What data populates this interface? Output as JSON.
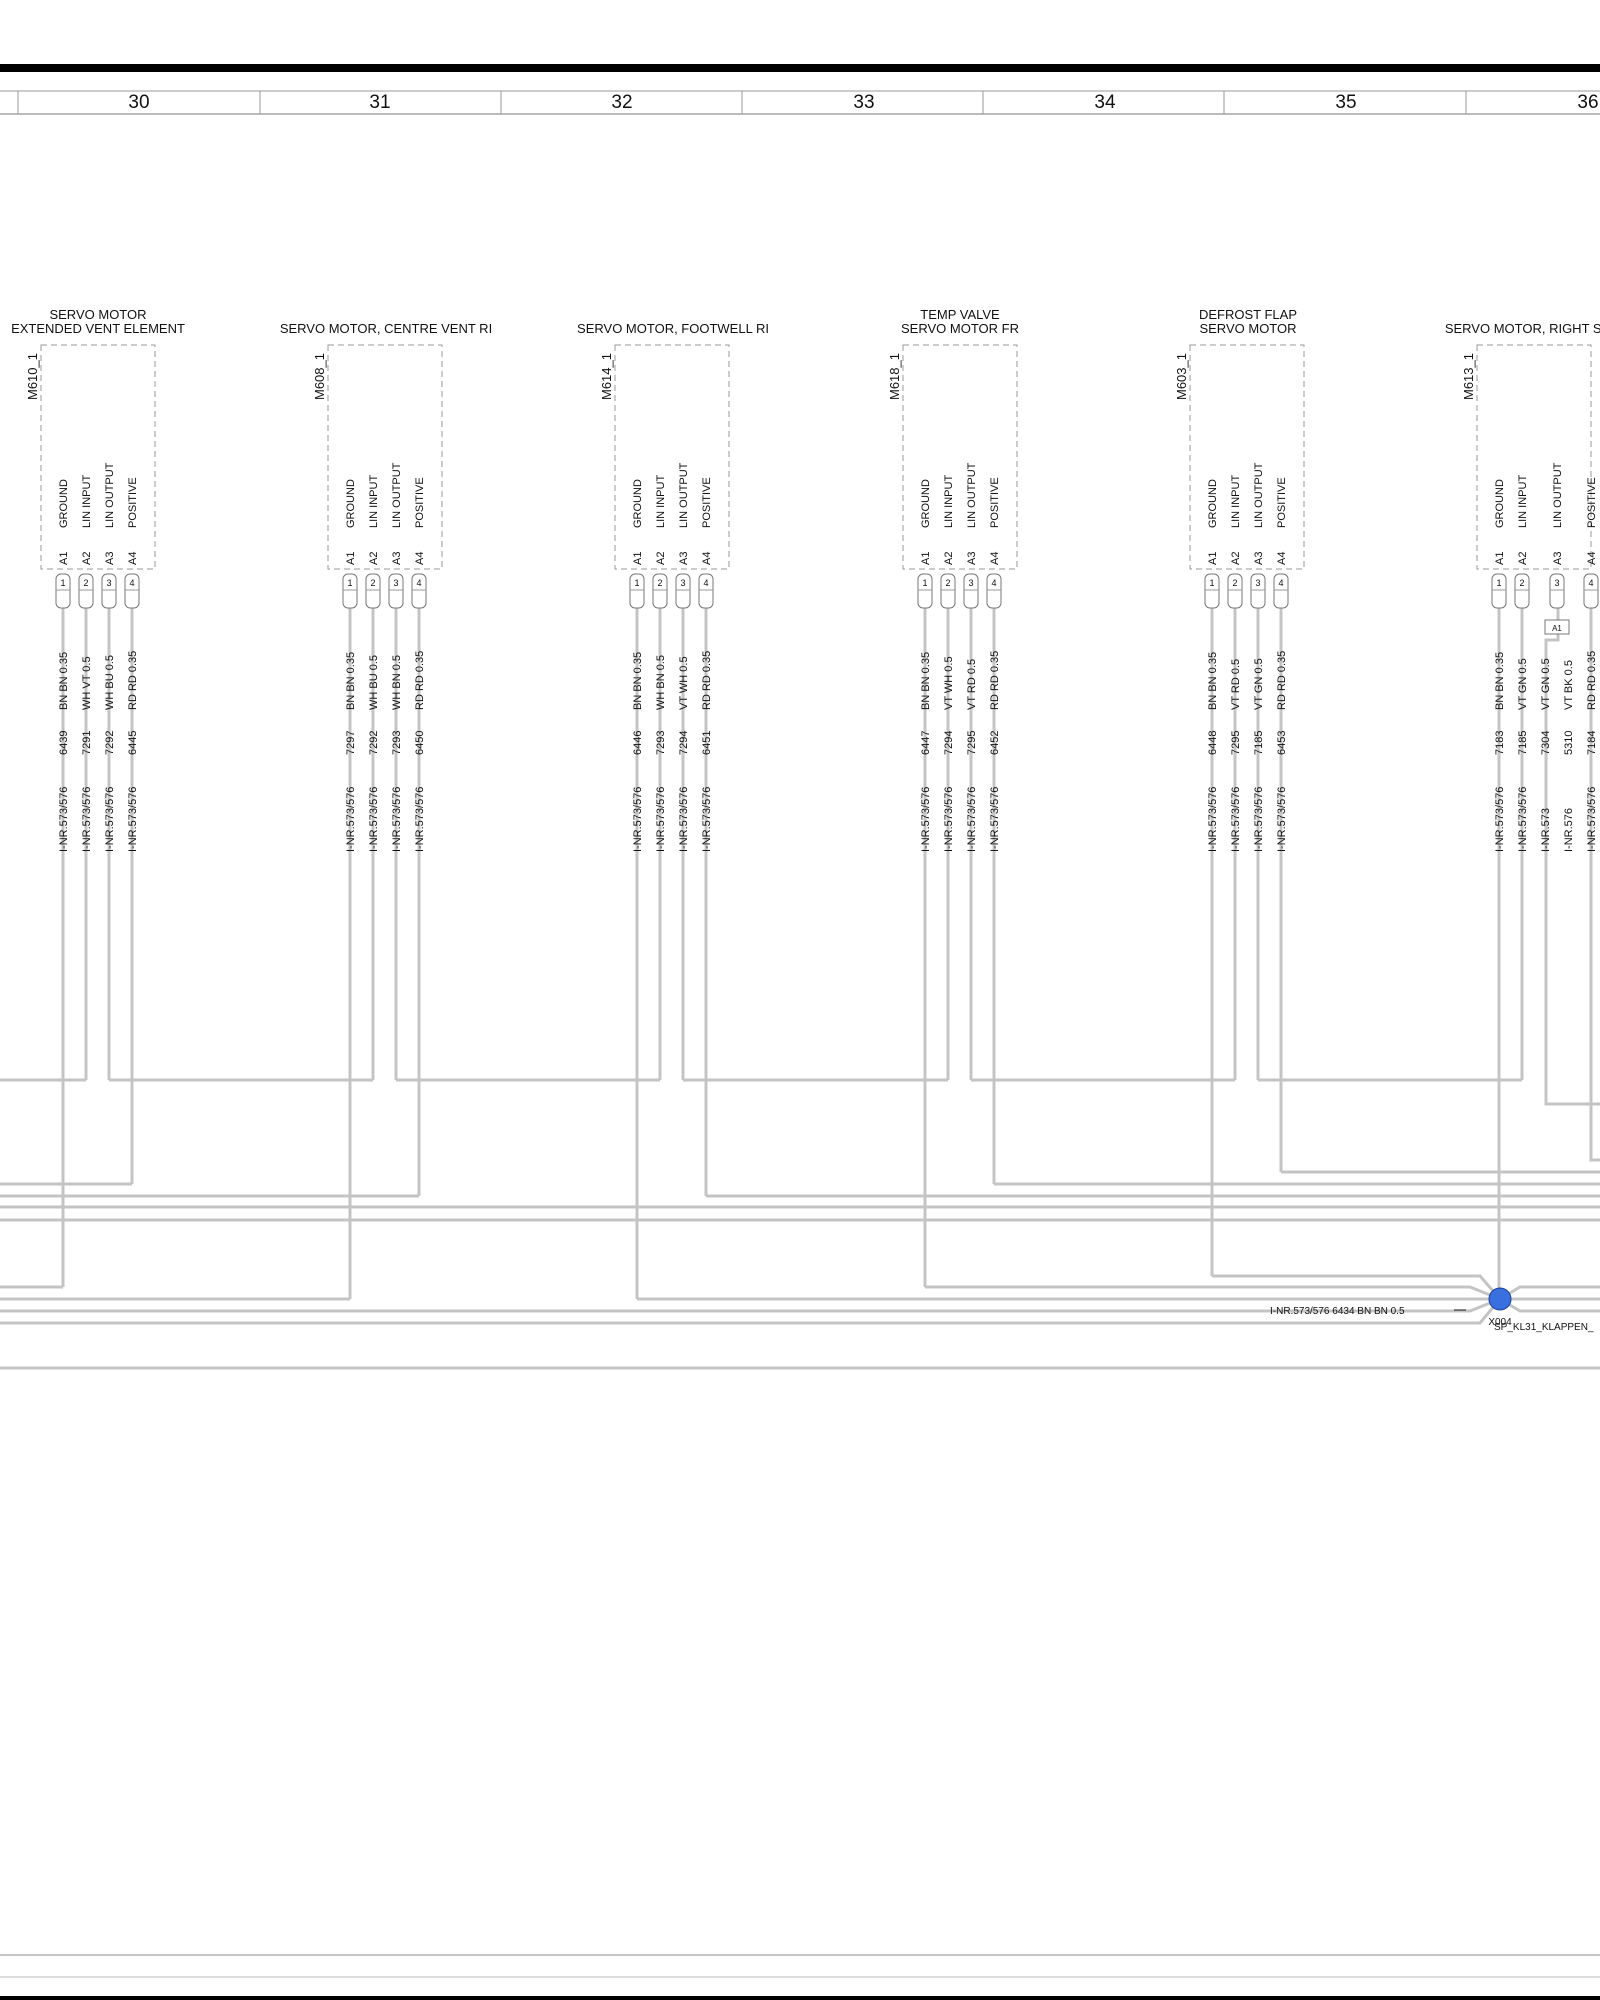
{
  "ruler": {
    "columns": [
      "30",
      "31",
      "32",
      "33",
      "34",
      "35",
      "36"
    ]
  },
  "pin_names": [
    "GROUND",
    "LIN INPUT",
    "LIN OUTPUT",
    "POSITIVE"
  ],
  "pin_codes": [
    "A1",
    "A2",
    "A3",
    "A4"
  ],
  "pin_numbers": [
    "1",
    "2",
    "3",
    "4"
  ],
  "components": [
    {
      "id": "M610_1",
      "title": [
        "SERVO MOTOR",
        "EXTENDED VENT ELEMENT"
      ],
      "wires": [
        {
          "number": "6439",
          "spec": "BN BN 0.35",
          "nr": "I-NR.573/576"
        },
        {
          "number": "7291",
          "spec": "WH VT 0.5",
          "nr": "I-NR.573/576"
        },
        {
          "number": "7292",
          "spec": "WH BU 0.5",
          "nr": "I-NR.573/576"
        },
        {
          "number": "6445",
          "spec": "RD RD 0.35",
          "nr": "I-NR.573/576"
        }
      ]
    },
    {
      "id": "M608_1",
      "title": [
        "SERVO MOTOR, CENTRE VENT RI"
      ],
      "wires": [
        {
          "number": "7297",
          "spec": "BN BN 0.35",
          "nr": "I-NR.573/576"
        },
        {
          "number": "7292",
          "spec": "WH BU 0.5",
          "nr": "I-NR.573/576"
        },
        {
          "number": "7293",
          "spec": "WH BN 0.5",
          "nr": "I-NR.573/576"
        },
        {
          "number": "6450",
          "spec": "RD RD 0.35",
          "nr": "I-NR.573/576"
        }
      ]
    },
    {
      "id": "M614_1",
      "title": [
        "SERVO MOTOR, FOOTWELL RI"
      ],
      "wires": [
        {
          "number": "6446",
          "spec": "BN BN 0.35",
          "nr": "I-NR.573/576"
        },
        {
          "number": "7293",
          "spec": "WH BN 0.5",
          "nr": "I-NR.573/576"
        },
        {
          "number": "7294",
          "spec": "VT WH 0.5",
          "nr": "I-NR.573/576"
        },
        {
          "number": "6451",
          "spec": "RD RD 0.35",
          "nr": "I-NR.573/576"
        }
      ]
    },
    {
      "id": "M618_1",
      "title": [
        "TEMP VALVE",
        "SERVO MOTOR FR"
      ],
      "wires": [
        {
          "number": "6447",
          "spec": "BN BN 0.35",
          "nr": "I-NR.573/576"
        },
        {
          "number": "7294",
          "spec": "VT WH 0.5",
          "nr": "I-NR.573/576"
        },
        {
          "number": "7295",
          "spec": "VT RD 0.5",
          "nr": "I-NR.573/576"
        },
        {
          "number": "6452",
          "spec": "RD RD 0.35",
          "nr": "I-NR.573/576"
        }
      ]
    },
    {
      "id": "M603_1",
      "title": [
        "DEFROST FLAP",
        "SERVO MOTOR"
      ],
      "wires": [
        {
          "number": "6448",
          "spec": "BN BN 0.35",
          "nr": "I-NR.573/576"
        },
        {
          "number": "7295",
          "spec": "VT RD 0.5",
          "nr": "I-NR.573/576"
        },
        {
          "number": "7185",
          "spec": "VT GN 0.5",
          "nr": "I-NR.573/576"
        },
        {
          "number": "6453",
          "spec": "RD RD 0.35",
          "nr": "I-NR.573/576"
        }
      ]
    },
    {
      "id": "M613_1",
      "title": [
        "SERVO MOTOR, RIGHT SI"
      ],
      "wires": [
        {
          "number": "7183",
          "spec": "BN BN 0.35",
          "nr": "I-NR.573/576"
        },
        {
          "number": "7185",
          "spec": "VT GN 0.5",
          "nr": "I-NR.573/576"
        },
        {
          "number": "7304",
          "spec": "VT GN 0.5",
          "nr": "I-NR.573"
        },
        {
          "number": "5310",
          "spec": "VT BK 0.5",
          "nr": "I-NR.576"
        },
        {
          "number": "7184",
          "spec": "RD RD 0.35",
          "nr": "I-NR.573/576"
        }
      ]
    }
  ],
  "inline_connector": {
    "label": "A1"
  },
  "splice": {
    "id": "X004",
    "name": "SP_KL31_KLAPPEN_",
    "wire_label": "I-NR.573/576   6434    BN BN 0.5",
    "color": "#3a6fe0"
  },
  "colors": {
    "wire": "#c4c4c4",
    "box": "#9a9a9a",
    "border": "#000000"
  }
}
